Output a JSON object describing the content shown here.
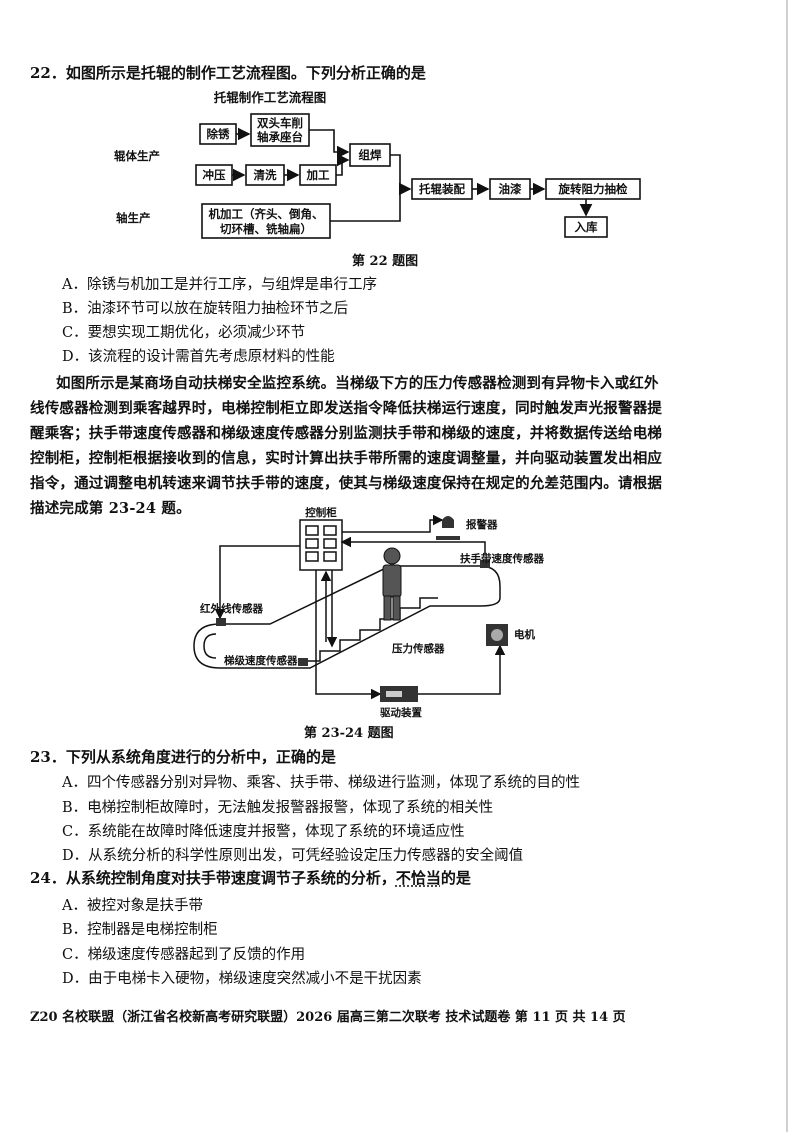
{
  "q22": {
    "stem": "22．如图所示是托辊的制作工艺流程图。下列分析正确的是",
    "figure": {
      "title": "托辊制作工艺流程图",
      "label_roller_body": "辊体生产",
      "label_shaft": "轴生产",
      "box_derust": "除锈",
      "box_lathe_line1": "双头车削",
      "box_lathe_line2": "轴承座台",
      "box_stamp": "冲压",
      "box_clean": "清洗",
      "box_process": "加工",
      "box_weld": "组焊",
      "box_machining_line1": "机加工（齐头、倒角、",
      "box_machining_line2": "切环槽、铣轴扁）",
      "box_assembly": "托辊装配",
      "box_paint": "油漆",
      "box_inspect": "旋转阻力抽检",
      "box_storage": "入库"
    },
    "caption": "第 22 题图",
    "options": [
      "A．除锈与机加工是并行工序，与组焊是串行工序",
      "B．油漆环节可以放在旋转阻力抽检环节之后",
      "C．要想实现工期优化，必须减少环节",
      "D．该流程的设计需首先考虑原材料的性能"
    ]
  },
  "passage": [
    "如图所示是某商场自动扶梯安全监控系统。当梯级下方的压力传感器检测到有异物卡入或红外",
    "线传感器检测到乘客越界时，电梯控制柜立即发送指令降低扶梯运行速度，同时触发声光报警器提",
    "醒乘客；扶手带速度传感器和梯级速度传感器分别监测扶手带和梯级的速度，并将数据传送给电梯",
    "控制柜，控制柜根据接收到的信息，实时计算出扶手带所需的速度调整量，并向驱动装置发出相应",
    "指令，通过调整电机转速来调节扶手带的速度，使其与梯级速度保持在规定的允差范围内。请根据",
    "描述完成第 23-24 题。"
  ],
  "escalator_figure": {
    "control_cabinet": "控制柜",
    "alarm": "报警器",
    "handrail_sensor": "扶手带速度传感器",
    "infrared_sensor": "红外线传感器",
    "step_speed_sensor": "梯级速度传感器",
    "pressure_sensor": "压力传感器",
    "motor": "电机",
    "drive": "驱动装置"
  },
  "caption_23_24": "第 23-24 题图",
  "q23": {
    "stem": "23．下列从系统角度进行的分析中，正确的是",
    "options": [
      "A．四个传感器分别对异物、乘客、扶手带、梯级进行监测，体现了系统的目的性",
      "B．电梯控制柜故障时，无法触发报警器报警，体现了系统的相关性",
      "C．系统能在故障时降低速度并报警，体现了系统的环境适应性",
      "D．从系统分析的科学性原则出发，可凭经验设定压力传感器的安全阈值"
    ]
  },
  "q24": {
    "stem_main": "24．从系统控制角度对扶手带速度调节子系统的分析，",
    "stem_emph": "不恰当",
    "stem_end": "的是",
    "options": [
      "A．被控对象是扶手带",
      "B．控制器是电梯控制柜",
      "C．梯级速度传感器起到了反馈的作用",
      "D．由于电梯卡入硬物，梯级速度突然减小不是干扰因素"
    ]
  },
  "footer": "Z20 名校联盟（浙江省名校新高考研究联盟）2026 届高三第二次联考  技术试题卷  第 11 页 共 14 页"
}
